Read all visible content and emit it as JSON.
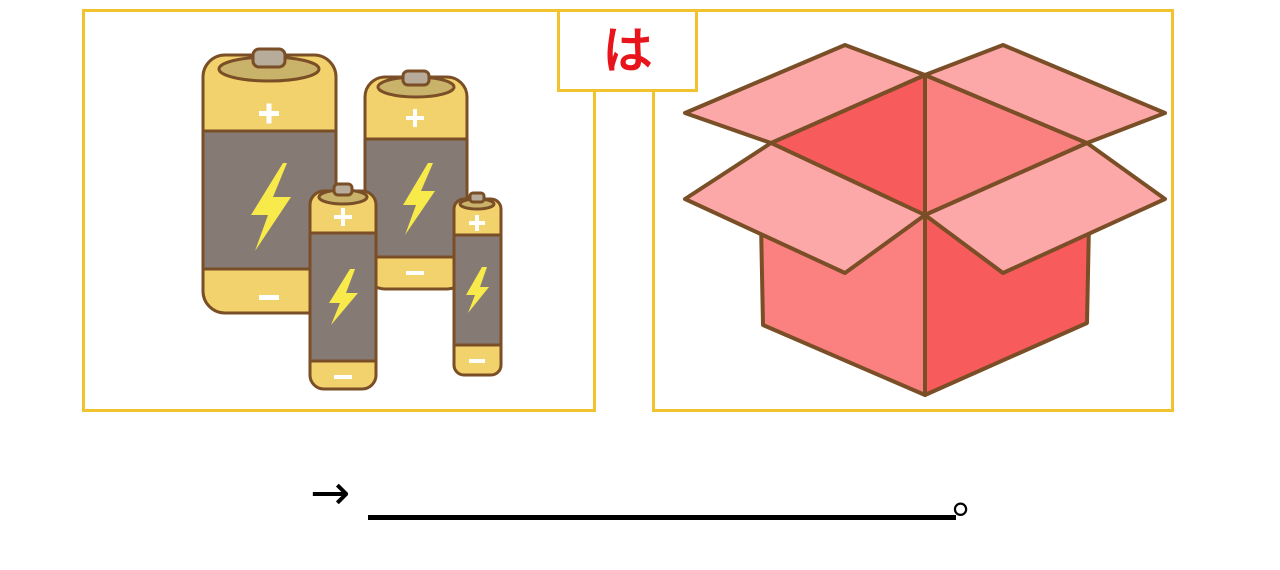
{
  "particle": "は",
  "answer_line": {
    "arrow": "→",
    "period": "。"
  },
  "images": {
    "left": "batteries-illustration",
    "right": "open-cardboard-box-illustration"
  },
  "colors": {
    "frame": "#f2c12e",
    "particle": "#e8141b",
    "battery_gold": "#f1d26c",
    "battery_body": "#857b74",
    "bolt": "#f7ea4a",
    "box_light": "#fda8a8",
    "box_mid": "#fb8080",
    "box_dark": "#f75b5b",
    "outline": "#7a4e26"
  }
}
